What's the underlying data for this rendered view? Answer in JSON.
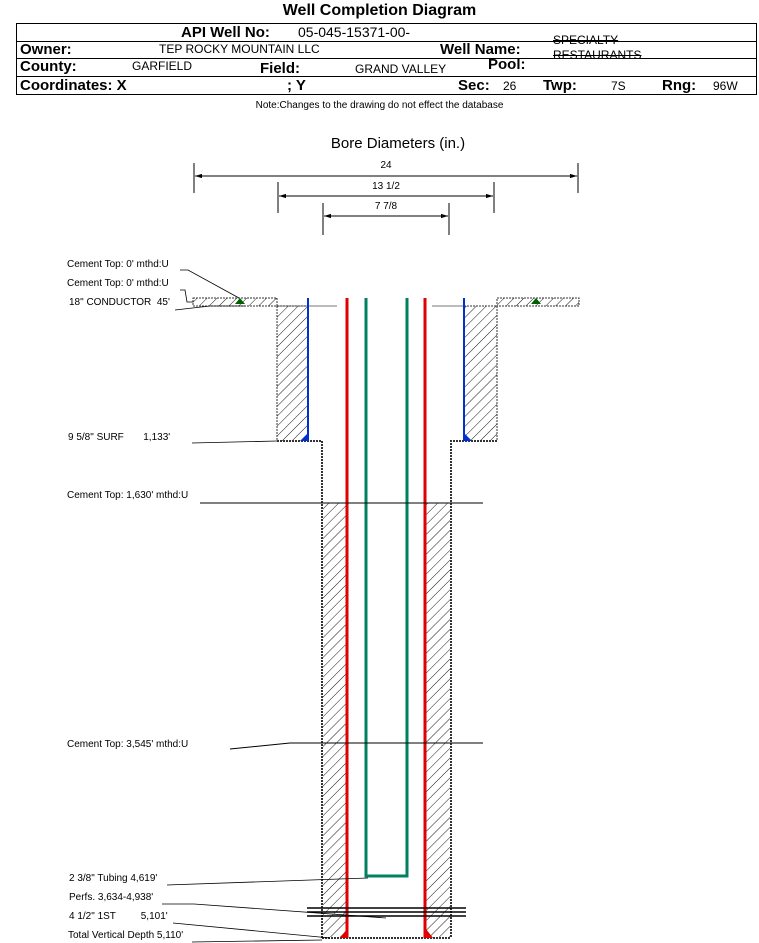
{
  "header": {
    "title": "Well Completion Diagram",
    "api_label": "API Well No:",
    "api_value": "05-045-15371-00-",
    "owner_label": "Owner:",
    "owner_value": "TEP ROCKY MOUNTAIN LLC",
    "well_name_label": "Well Name:",
    "well_name_line1": "SPECIALTY",
    "well_name_line2": "RESTAURANTS",
    "county_label": "County:",
    "county_value": "GARFIELD",
    "field_label": "Field:",
    "field_value": "GRAND VALLEY",
    "pool_label": "Pool:",
    "coord_label": "Coordinates: X",
    "coord_y_label": "; Y",
    "sec_label": "Sec:",
    "sec_value": "26",
    "twp_label": "Twp:",
    "twp_value": "7S",
    "rng_label": "Rng:",
    "rng_value": "96W",
    "note": "Note:Changes to the drawing do not effect the database"
  },
  "diagram": {
    "bore_title": "Bore Diameters (in.)",
    "bores": [
      "24",
      "13 1/2",
      "7 7/8"
    ],
    "labels": {
      "cement_top_1": "Cement Top: 0' mthd:U",
      "cement_top_2": "Cement Top: 0' mthd:U",
      "conductor": "18\" CONDUCTOR  45'",
      "surf": "9 5/8\" SURF       1,133'",
      "cement_top_3": "Cement Top: 1,630' mthd:U",
      "cement_top_4": "Cement Top: 3,545' mthd:U",
      "tubing": "2 3/8\" Tubing 4,619'",
      "perfs": "Perfs. 3,634-4,938'",
      "production": "4 1/2\" 1ST         5,101'",
      "tvd": "Total Vertical Depth 5,110'"
    },
    "colors": {
      "casing": "#e00000",
      "tubing": "#008060",
      "surface_casing": "#0030d0",
      "cement": "#006000"
    }
  }
}
